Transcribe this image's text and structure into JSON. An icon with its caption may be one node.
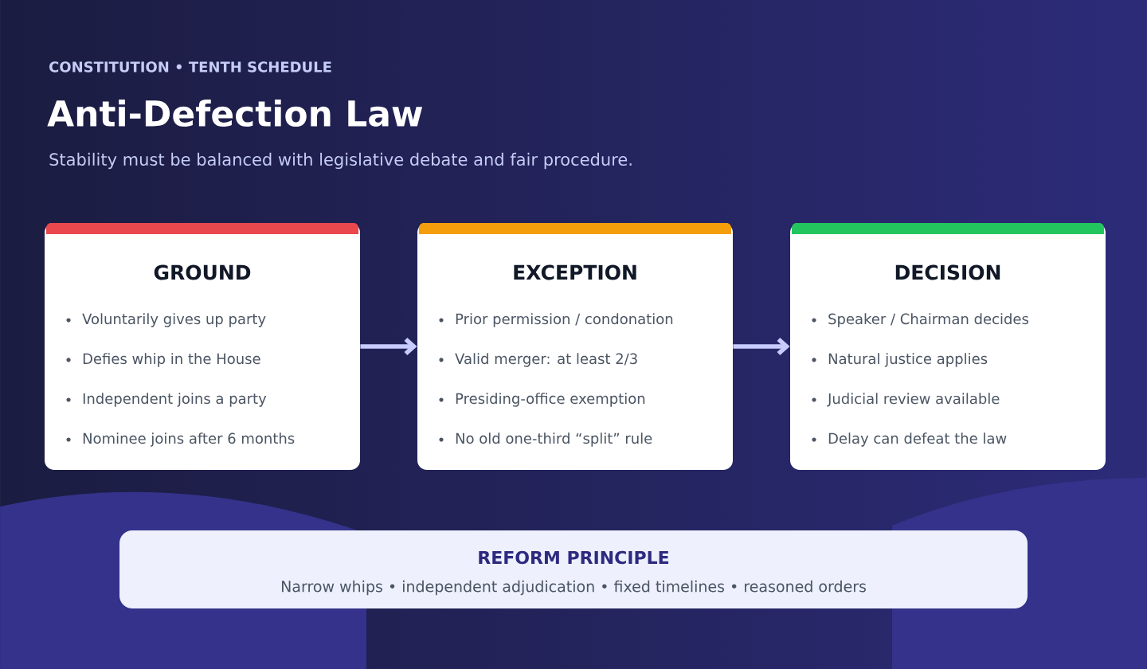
{
  "diagram": {
    "title": "Anti-Defection Law",
    "nodes": [
      {
        "text": [
          "GROUND",
          "Voluntarily gives up party",
          "Defies whip in the House",
          "Independent joins a party",
          "Nominee joins after 6 months"
        ]
      },
      {
        "text": [
          "EXCEPTION",
          "Prior permission / condonation",
          "Valid merger: at least 2/3",
          "Presiding-office exemption",
          "No old one-third “split” rule"
        ]
      },
      {
        "text": [
          "DECISION",
          "Speaker / Chairman decides",
          "Natural justice applies",
          "Judicial review available",
          "Delay can defeat the law"
        ]
      },
      {
        "text": [
          "REFORM PRINCIPLE",
          "Narrow whips • independent adjudication • fixed timelines • reasoned orders"
        ]
      }
    ],
    "edges": [
      {
        "from": 0,
        "to": 1,
        "arrow": "to"
      },
      {
        "from": 1,
        "to": 2,
        "arrow": "to"
      }
    ],
    "labels": [
      "CONSTITUTION • TENTH SCHEDULE",
      "Stability must be balanced with legislative debate and fair procedure."
    ]
  }
}
